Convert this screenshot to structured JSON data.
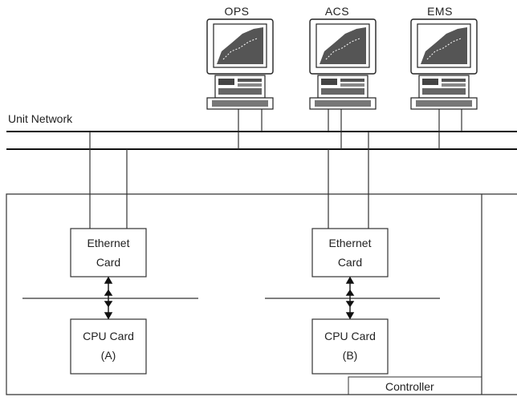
{
  "network": {
    "label": "Unit Network"
  },
  "workstations": [
    {
      "id": "ops",
      "label": "OPS"
    },
    {
      "id": "acs",
      "label": "ACS"
    },
    {
      "id": "ems",
      "label": "EMS"
    }
  ],
  "controller": {
    "label": "Controller",
    "left": {
      "ethernet_line1": "Ethernet",
      "ethernet_line2": "Card",
      "cpu_line1": "CPU Card",
      "cpu_line2": "(A)"
    },
    "right": {
      "ethernet_line1": "Ethernet",
      "ethernet_line2": "Card",
      "cpu_line1": "CPU Card",
      "cpu_line2": "(B)"
    }
  }
}
